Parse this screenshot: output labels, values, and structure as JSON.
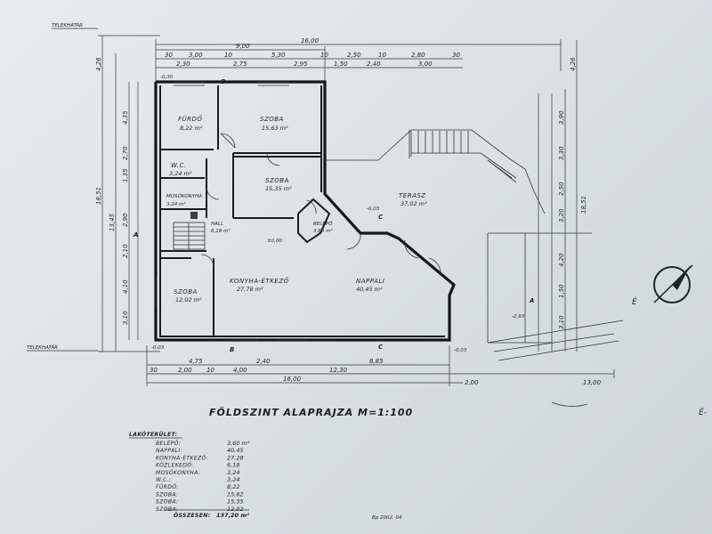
{
  "plan": {
    "title": "FÖLDSZINT ALAPRAJZA M=1:100",
    "date": "Bp 2002. 04",
    "ground_level_left": "TELEKHATÁR",
    "ground_level_bottom": "TELEKHATÁR",
    "compass_label": "É",
    "compass_label_edge": "É-"
  },
  "rooms": [
    {
      "id": "furdo",
      "name": "FÜRDŐ",
      "area": "8,22 m²"
    },
    {
      "id": "szoba1",
      "name": "SZOBA",
      "area": "15,63 m²"
    },
    {
      "id": "wc",
      "name": "W.C.",
      "area": "3,24 m²"
    },
    {
      "id": "szoba2",
      "name": "SZOBA",
      "area": "15,35 m²"
    },
    {
      "id": "mosdo",
      "name": "MOSÓKONYHA",
      "area": "3,24 m²"
    },
    {
      "id": "hall",
      "name": "HALL",
      "area": "6,18 m²"
    },
    {
      "id": "belepo",
      "name": "BELÉPŐ",
      "area": "3,60 m²"
    },
    {
      "id": "terasz",
      "name": "TERASZ",
      "area": "37,02 m²"
    },
    {
      "id": "konyha",
      "name": "KONYHA-ÉTKEZŐ",
      "area": "27,78 m²"
    },
    {
      "id": "nappali",
      "name": "NAPPALI",
      "area": "40,45 m²"
    },
    {
      "id": "szoba3",
      "name": "SZOBA",
      "area": "12,02 m²"
    }
  ],
  "dims_top": {
    "overall": "16,00",
    "upper": [
      "9,00"
    ],
    "row2": [
      "30",
      "3,00",
      "10",
      "5,30",
      "10",
      "2,50",
      "10",
      "2,80",
      "30"
    ],
    "row3": [
      "2,30",
      "2,75",
      "2,95",
      "1,50",
      "2,40",
      "3,00"
    ]
  },
  "dims_bottom": {
    "row1": [
      "4,75",
      "2,40",
      "8,85"
    ],
    "row2": [
      "30",
      "2,00",
      "10",
      "4,00",
      "12,30",
      "2,00",
      "13,00"
    ],
    "overall": "16,00"
  },
  "dims_left": [
    "4,26",
    "4,35",
    "2,70",
    "1,35",
    "2,90",
    "2,10",
    "4,10",
    "3,10",
    "18,51",
    "13,45"
  ],
  "dims_right": [
    "4,26",
    "3,90",
    "3,30",
    "2,50",
    "3,20",
    "4,20",
    "1,50",
    "3,10",
    "18,51"
  ],
  "markers": [
    "A",
    "B",
    "C",
    "A",
    "B",
    "C"
  ],
  "elevations": [
    "-0,30",
    "±0,00",
    "-0,03",
    "-0,03",
    "-0,03",
    "-2,93"
  ],
  "legend": {
    "heading": "LAKÓTERÜLET:",
    "items": [
      {
        "label": "BELÉPŐ:",
        "value": "3,60 m²"
      },
      {
        "label": "NAPPALI:",
        "value": "40,45"
      },
      {
        "label": "KONYHA-ÉTKEZŐ:",
        "value": "27,28"
      },
      {
        "label": "KÖZLEKEDŐ:",
        "value": "6,18"
      },
      {
        "label": "MOSÓKONYHA:",
        "value": "3,24"
      },
      {
        "label": "W.C.:",
        "value": "3,24"
      },
      {
        "label": "FÜRDŐ:",
        "value": "8,22"
      },
      {
        "label": "SZOBA:",
        "value": "15,62"
      },
      {
        "label": "SZOBA:",
        "value": "15,35"
      },
      {
        "label": "SZOBA:",
        "value": "12,02"
      }
    ],
    "total_label": "ÖSSZESEN:",
    "total_value": "137,20 m²"
  }
}
